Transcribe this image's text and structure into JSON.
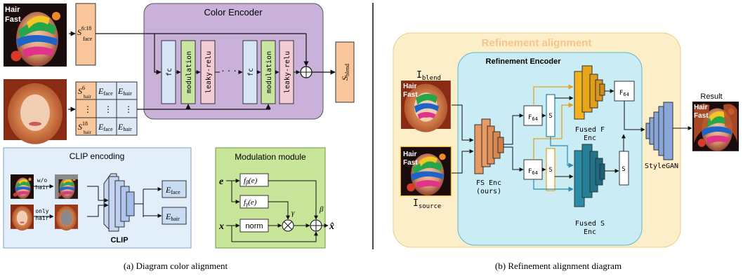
{
  "photos": {
    "photo_text_line1": "Hair",
    "photo_text_line2": "Fast"
  },
  "left": {
    "s_face_sym": "S",
    "s_face_sup": "6:18",
    "s_face_sub": "face",
    "table": {
      "row1_s": "S",
      "row1_sup": "6",
      "row1_sub": "hair",
      "e_face_sym": "E",
      "e_face_sub": "face",
      "e_hair_sym": "E",
      "e_hair_sub": "hair",
      "dots": "⋮",
      "row3_s": "S",
      "row3_sup": "18",
      "row3_sub": "hair"
    },
    "color_encoder": {
      "title": "Color Encoder",
      "fc": "fc",
      "modulation": "modulation",
      "leaky_relu": "leaky-relu",
      "ellipsis": "· · ·",
      "plus": "⊕",
      "s_blend_sym": "S",
      "s_blend_sub": "blend"
    },
    "clip_encoding": {
      "title": "CLIP encoding",
      "wo_hair_line1": "w/o",
      "wo_hair_line2": "hair",
      "only_hair_line1": "only",
      "only_hair_line2": "hair",
      "clip_label": "CLIP",
      "e_face_sym": "E",
      "e_face_sub": "face",
      "e_hair_sym": "E",
      "e_hair_sub": "hair"
    },
    "modulation_module": {
      "title": "Modulation module",
      "e": "e",
      "x": "x",
      "f_beta_f": "f",
      "f_beta_sub": "β",
      "f_beta_arg": "(e)",
      "f_gamma_f": "f",
      "f_gamma_sub": "γ",
      "f_gamma_arg": "(e)",
      "norm": "norm",
      "gamma": "γ",
      "beta": "β",
      "x_hat": "x̂"
    },
    "caption": "(a) Diagram color alignment"
  },
  "right": {
    "refinement_alignment_title": "Refinement alignment",
    "refinement_encoder_title": "Refinement Encoder",
    "i_blend_sym": "I",
    "i_blend_sub": "blend",
    "i_source_sym": "I",
    "i_source_sub": "source",
    "fs_enc_line1": "FS Enc",
    "fs_enc_line2": "(ours)",
    "f64_top": "F",
    "f64_top_sub": "64",
    "s_top": "S",
    "f64_bottom": "F",
    "f64_bottom_sub": "64",
    "s_bottom": "S",
    "fused_f_line1": "Fused F",
    "fused_f_line2": "Enc",
    "fused_s_line1": "Fused S",
    "fused_s_line2": "Enc",
    "f64_right": "F",
    "f64_right_sub": "64",
    "s_right": "S",
    "stylegan": "StyleGAN",
    "result": "Result",
    "caption": "(b) Refinement alignment diagram"
  },
  "colors": {
    "encoder_bg": "#c9b1d9",
    "orange_box": "#f9c79b",
    "blue_table": "#dde9f6",
    "clip_bg": "#e3eefb",
    "mod_bg": "#c9e59a",
    "refine_outer": "#fdeeca",
    "refine_inner": "#c9ecf5",
    "fs_enc": "#e89a64",
    "fused_f": "#f2b322",
    "fused_s": "#2a8ca7",
    "stylegan": "#8aa6d8",
    "mod_green": "#c8e6a0",
    "fc_blue": "#d6e6f7",
    "relu_pink": "#f4ccd4"
  }
}
